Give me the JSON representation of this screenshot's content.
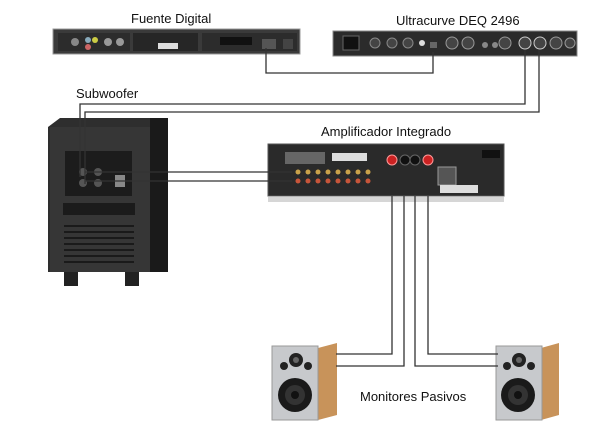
{
  "diagram": {
    "type": "audio-wiring",
    "labels": {
      "source": "Fuente Digital",
      "eq": "Ultracurve DEQ 2496",
      "subwoofer": "Subwoofer",
      "amp": "Amplificador Integrado",
      "monitors": "Monitores Pasivos"
    },
    "connections": [
      {
        "from": "Fuente Digital",
        "to": "Ultracurve DEQ 2496",
        "kind": "digital"
      },
      {
        "from": "Ultracurve DEQ 2496",
        "to": "Subwoofer",
        "kind": "analog-left"
      },
      {
        "from": "Ultracurve DEQ 2496",
        "to": "Subwoofer",
        "kind": "analog-right"
      },
      {
        "from": "Subwoofer",
        "to": "Amplificador Integrado",
        "kind": "line-left"
      },
      {
        "from": "Subwoofer",
        "to": "Amplificador Integrado",
        "kind": "line-right"
      },
      {
        "from": "Amplificador Integrado",
        "to": "Monitor izquierdo",
        "kind": "speaker"
      },
      {
        "from": "Amplificador Integrado",
        "to": "Monitor derecho",
        "kind": "speaker"
      }
    ],
    "colors": {
      "cable": "#333333",
      "device_dark": "#2a2a2a",
      "wood": "#c8935a"
    }
  }
}
